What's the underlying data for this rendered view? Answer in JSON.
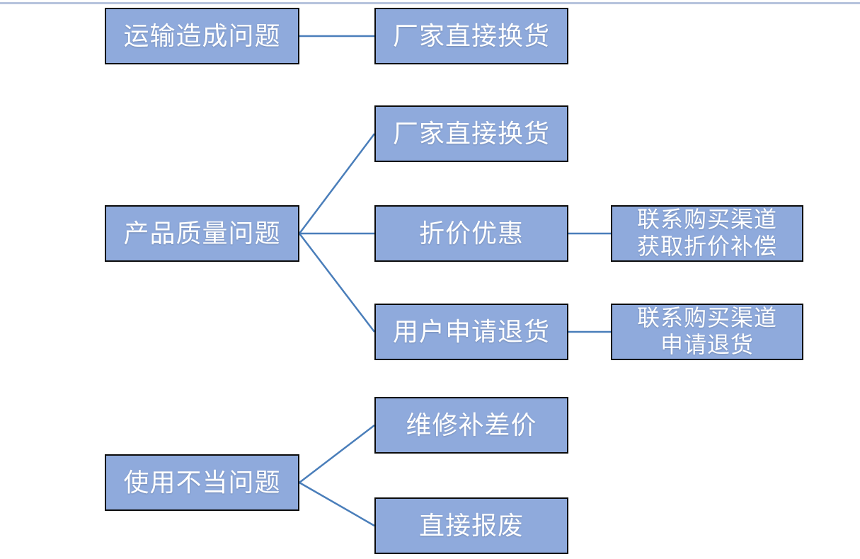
{
  "page": {
    "background": "#ffffff",
    "top_rule_color": "#b6c3dd"
  },
  "colors": {
    "node_fill": "#8faadc",
    "node_border": "#0b0b0b",
    "node_text": "#ffffff",
    "connector": "#4a7eba"
  },
  "nodes": [
    {
      "id": "transport-problem",
      "label": "运输造成问题"
    },
    {
      "id": "factory-exchange-top",
      "label": "厂家直接换货"
    },
    {
      "id": "factory-exchange-quality",
      "label": "厂家直接换货"
    },
    {
      "id": "quality-problem",
      "label": "产品质量问题"
    },
    {
      "id": "discount-offer",
      "label": "折价优惠"
    },
    {
      "id": "contact-channel-discount",
      "label": "联系购买渠道\n获取折价补偿"
    },
    {
      "id": "user-return-request",
      "label": "用户申请退货"
    },
    {
      "id": "contact-channel-return",
      "label": "联系购买渠道\n申请退货"
    },
    {
      "id": "repair-pay-difference",
      "label": "维修补差价"
    },
    {
      "id": "misuse-problem",
      "label": "使用不当问题"
    },
    {
      "id": "direct-scrap",
      "label": "直接报废"
    }
  ],
  "edges": [
    {
      "from": "transport-problem",
      "to": "factory-exchange-top"
    },
    {
      "from": "quality-problem",
      "to": "factory-exchange-quality"
    },
    {
      "from": "quality-problem",
      "to": "discount-offer"
    },
    {
      "from": "quality-problem",
      "to": "user-return-request"
    },
    {
      "from": "discount-offer",
      "to": "contact-channel-discount"
    },
    {
      "from": "user-return-request",
      "to": "contact-channel-return"
    },
    {
      "from": "misuse-problem",
      "to": "repair-pay-difference"
    },
    {
      "from": "misuse-problem",
      "to": "direct-scrap"
    }
  ]
}
